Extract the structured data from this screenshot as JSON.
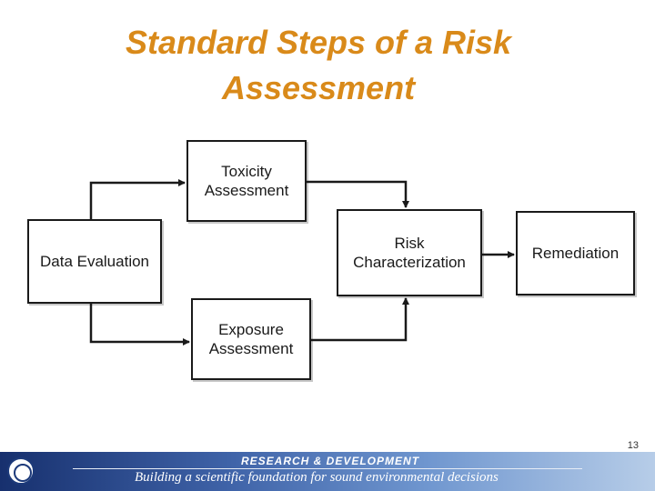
{
  "title_line1": "Standard Steps of a Risk",
  "title_line2": "Assessment",
  "boxes": {
    "data_evaluation": "Data Evaluation",
    "toxicity_line1": "Toxicity",
    "toxicity_line2": "Assessment",
    "exposure_line1": "Exposure",
    "exposure_line2": "Assessment",
    "risk_line1": "Risk",
    "risk_line2": "Characterization",
    "remediation": "Remediation"
  },
  "page_number": "13",
  "footer": {
    "heading": "RESEARCH & DEVELOPMENT",
    "tagline": "Building a scientific foundation for sound environmental decisions"
  },
  "colors": {
    "title": "#d98a1a",
    "footer_dark": "#17306e",
    "footer_light": "#b7cde8"
  }
}
